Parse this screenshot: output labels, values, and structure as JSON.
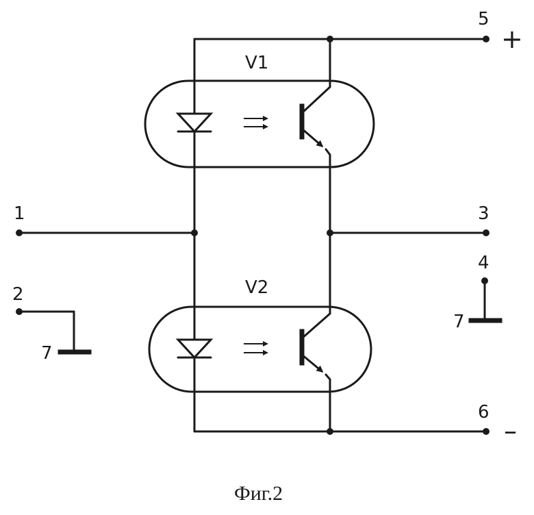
{
  "optocouplers": [
    {
      "label": "V1"
    },
    {
      "label": "V2"
    }
  ],
  "terminals": {
    "t1": "1",
    "t2": "2",
    "t3": "3",
    "t4": "4",
    "t5": "5",
    "t6": "6",
    "t7a": "7",
    "t7b": "7"
  },
  "polarity": {
    "plus": "+",
    "minus": "–"
  },
  "caption": "Фиг.2"
}
